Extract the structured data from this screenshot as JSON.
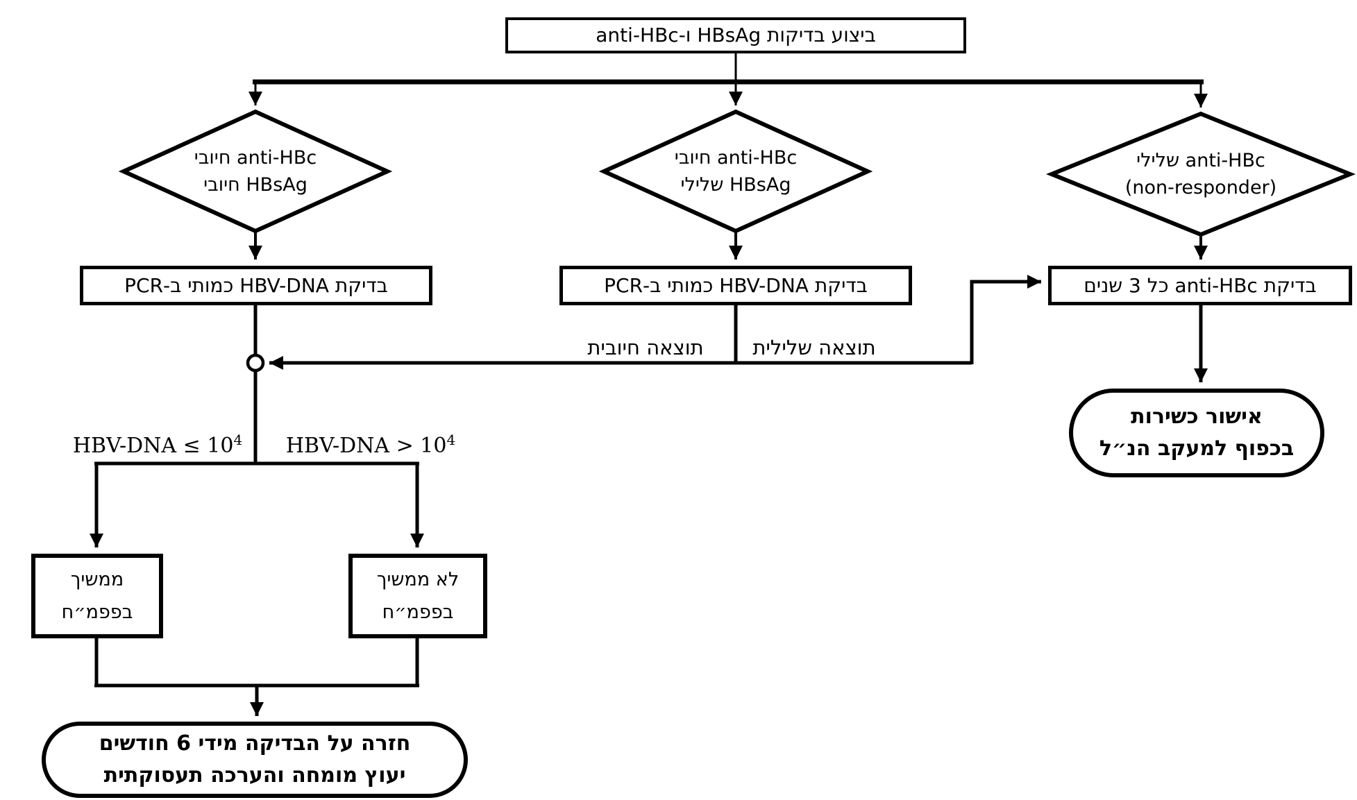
{
  "colors": {
    "ink": "#000000",
    "background": "#ffffff"
  },
  "diagram": {
    "title_box": {
      "text": "ביצוע בדיקות HBsAg ו-anti-HBc"
    },
    "diamonds": [
      {
        "line1": "anti-HBc חיובי",
        "line2": "HBsAg חיובי"
      },
      {
        "line1": "anti-HBc חיובי",
        "line2": "HBsAg שלילי"
      },
      {
        "line1": "anti-HBc שלילי",
        "line2": "(non-responder)"
      }
    ],
    "process_boxes": [
      {
        "text": "בדיקת HBV-DNA כמותי ב-PCR"
      },
      {
        "text": "בדיקת HBV-DNA כמותי ב-PCR"
      },
      {
        "text": "בדיקת anti-HBc כל 3 שנים"
      }
    ],
    "edge_labels": {
      "positive_result": "תוצאה חיובית",
      "negative_result": "תוצאה שלילית",
      "hbv_low_base": "HBV-DNA ≤ 10",
      "hbv_low_exp": "4",
      "hbv_high_base": "HBV-DNA > 10",
      "hbv_high_exp": "4"
    },
    "outcome_boxes": [
      {
        "line1": "ממשיך",
        "line2": "בפפמ״ח"
      },
      {
        "line1": "לא ממשיך",
        "line2": "בפפמ״ח"
      }
    ],
    "terminals": {
      "fitness": {
        "line1": "אישור כשירות",
        "line2": "בכפוף למעקב הנ״ל"
      },
      "repeat": {
        "line1": "חזרה על הבדיקה מידי 6 חודשים",
        "line2": "יעוץ מומחה והערכה תעסוקתית"
      }
    }
  }
}
